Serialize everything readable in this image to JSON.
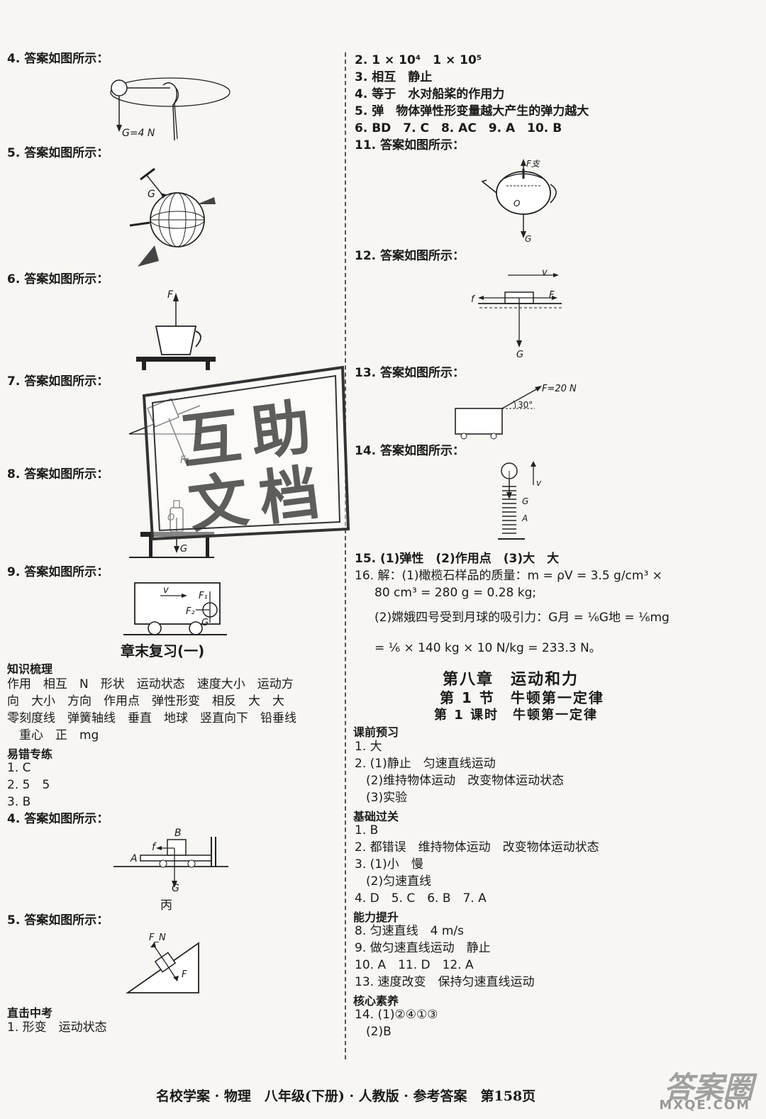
{
  "left": {
    "q4_label": "4. 答案如图所示：",
    "q4_fig_label": "G=4 N",
    "q5_label": "5. 答案如图所示：",
    "q5_fig_label": "G",
    "q6_label": "6. 答案如图所示：",
    "q6_fig_label": "F",
    "q7_label": "7. 答案如图所示：",
    "q7_fig_label": "F",
    "q8_label": "8. 答案如图所示：",
    "q8_fig_label_o": "O",
    "q8_fig_label_g": "G",
    "q9_label": "9. 答案如图所示：",
    "q9_fig_v": "v",
    "q9_fig_f1": "F₁",
    "q9_fig_f2": "F₂",
    "q9_fig_g": "G",
    "review_title": "章末复习(一)",
    "knowledge_heading": "知识梳理",
    "knowledge_lines": [
      "作用　相互　N　形状　运动状态　速度大小　运动方",
      "向　大小　方向　作用点　弹性形变　相反　大　大",
      "零刻度线　弹簧轴线　垂直　地球　竖直向下　铅垂线",
      "　重心　正　mg"
    ],
    "errors_heading": "易错专练",
    "err1": "1. C",
    "err2": "2. 5　5",
    "err3": "3. B",
    "err4": "4. 答案如图所示：",
    "err4_fig_b": "B",
    "err4_fig_f": "f",
    "err4_fig_a": "A",
    "err4_fig_g": "G",
    "err4_fig_caption": "丙",
    "err5": "5. 答案如图所示：",
    "err5_fig_fn": "F_N",
    "err5_fig_f": "F",
    "zhongkao_heading": "直击中考",
    "zk1": "1. 形变　运动状态"
  },
  "right": {
    "r2": "2. 1 × 10⁴　1 × 10⁵",
    "r3": "3. 相互　静止",
    "r4": "4. 等于　水对船桨的作用力",
    "r5": "5. 弹　物体弹性形变量越大产生的弹力越大",
    "r6": "6. BD　7. C　8. AC　9. A　10. B",
    "r11": "11. 答案如图所示：",
    "r11_fig_f": "F支",
    "r11_fig_o": "O",
    "r11_fig_g": "G",
    "r12": "12. 答案如图所示：",
    "r12_fig_v": "v",
    "r12_fig_f": "f",
    "r12_fig_ff": "F",
    "r12_fig_g": "G",
    "r13": "13. 答案如图所示：",
    "r13_fig_f": "F=20 N",
    "r13_fig_angle": "30°",
    "r14": "14. 答案如图所示：",
    "r14_fig_v": "v",
    "r14_fig_g": "G",
    "r14_fig_a": "A",
    "r15": "15. (1)弹性　(2)作用点　(3)大　大",
    "r16a": "16. 解：(1)橄榄石样品的质量：m = ρV = 3.5 g/cm³ ×",
    "r16b": "80 cm³ = 280 g = 0.28 kg;",
    "r16c": "(2)嫦娥四号受到月球的吸引力：G月 = ⅙G地 = ⅙mg",
    "r16d": "= ⅙ × 140 kg × 10 N/kg = 233.3 N。",
    "chapter": "第八章　运动和力",
    "section": "第 1 节　牛顿第一定律",
    "lesson": "第 1 课时　牛顿第一定律",
    "preview_heading": "课前预习",
    "p1": "1. 大",
    "p2a": "2. (1)静止　匀速直线运动",
    "p2b": "(2)维持物体运动　改变物体运动状态",
    "p2c": "(3)实验",
    "basic_heading": "基础过关",
    "b1": "1. B",
    "b2": "2. 都错误　维持物体运动　改变物体运动状态",
    "b3a": "3. (1)小　慢",
    "b3b": "(2)匀速直线",
    "b4": "4. D　5. C　6. B　7. A",
    "ability_heading": "能力提升",
    "a8": "8. 匀速直线　4 m/s",
    "a9": "9. 做匀速直线运动　静止",
    "a10": "10. A　11. D　12. A",
    "a13": "13. 速度改变　保持匀速直线运动",
    "core_heading": "核心素养",
    "c14a": "14. (1)②④①③",
    "c14b": "(2)B"
  },
  "stamp_text": [
    "互",
    "助",
    "文",
    "档"
  ],
  "footer": "名校学案 · 物理　八年级(下册) · 人教版 · 参考答案　第158页",
  "watermark": {
    "top": "答案圈",
    "bottom": "MXQE.COM"
  }
}
